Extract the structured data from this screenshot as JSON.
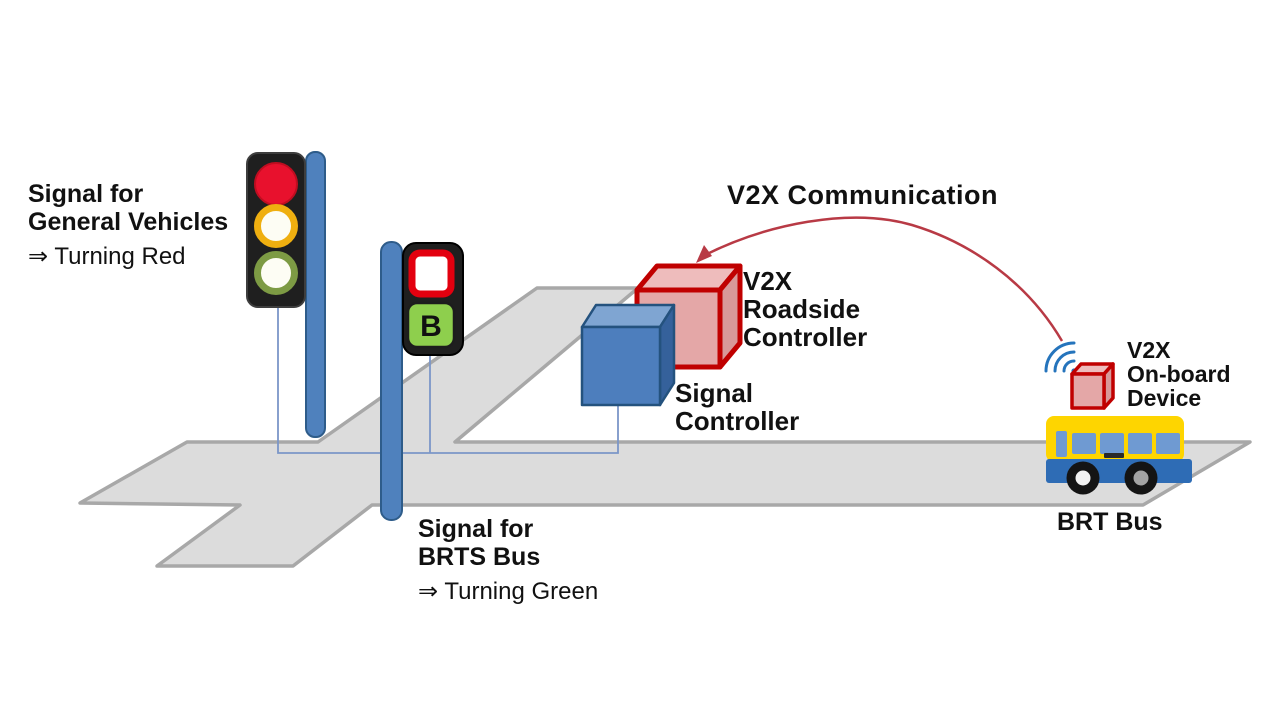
{
  "labels": {
    "general_signal_line1": "Signal for",
    "general_signal_line2": "General Vehicles",
    "general_signal_status": "⇒ Turning Red",
    "brts_signal_line1": "Signal for",
    "brts_signal_line2": "BRTS Bus",
    "brts_signal_status": "⇒ Turning Green",
    "v2x_communication": "V2X Communication",
    "roadside_line1": "V2X",
    "roadside_line2": "Roadside",
    "roadside_line3": "Controller",
    "signal_controller_line1": "Signal",
    "signal_controller_line2": "Controller",
    "onboard_line1": "V2X",
    "onboard_line2": "On-board",
    "onboard_line3": "Device",
    "brt_bus": "BRT Bus",
    "bus_signal_letter": "B"
  },
  "colors": {
    "road_fill": "#dcdcdc",
    "road_edge": "#a8a8a8",
    "pole_blue": "#4f81bd",
    "pole_edge": "#2e5c8a",
    "wire_blue": "#7b96c8",
    "housing_black": "#1f1f1f",
    "signal_red": "#e8112d",
    "signal_off_white": "#fdfdf4",
    "signal_amber_ring": "#efaf10",
    "signal_green_ring": "#7d9b44",
    "brts_red_ring": "#e3000f",
    "brts_green": "#8ecf4d",
    "cube_blue_front": "#4d7ebd",
    "cube_blue_top": "#7fa5d2",
    "cube_blue_side": "#35619b",
    "cube_blue_edge": "#24527e",
    "cube_red_front": "#e4a7a7",
    "cube_red_top": "#eebcbc",
    "cube_red_side": "#d89999",
    "cube_red_edge": "#c00000",
    "arrow_red": "#b83a45",
    "wifi_blue": "#2574bc",
    "bus_yellow": "#fed500",
    "bus_blue": "#2e6cb5",
    "bus_window": "#6f9ad2",
    "wheel_black": "#141414",
    "hub_white": "#f2f2f2",
    "hub_gray": "#a3a3a3",
    "text_black": "#111111"
  }
}
